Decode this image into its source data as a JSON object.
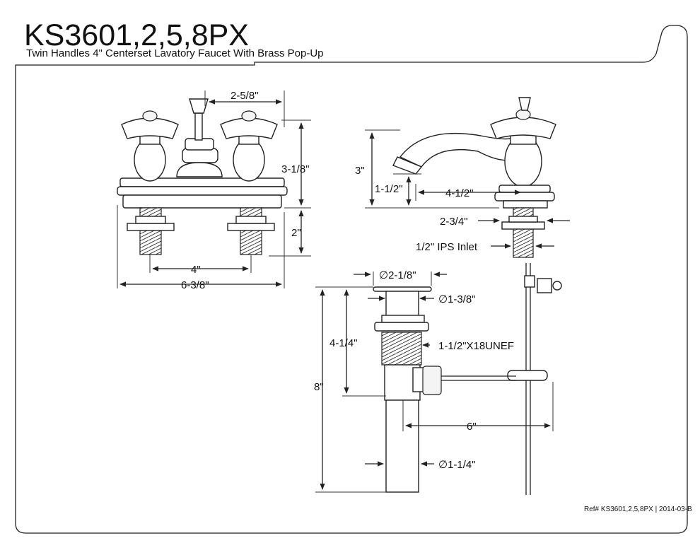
{
  "header": {
    "model": "KS3601,2,5,8PX",
    "subtitle": "Twin Handles 4\" Centerset Lavatory Faucet With Brass Pop-Up"
  },
  "front_view": {
    "spout_to_handle": "2-5/8\"",
    "body_height": "3-1/8\"",
    "shank_length": "2\"",
    "centers": "4\"",
    "overall_width": "6-3/8\""
  },
  "side_view": {
    "spout_height": "3\"",
    "spout_clearance": "1-1/2\"",
    "spout_reach": "4-1/2\"",
    "shank_diameter": "2-3/4\"",
    "inlet": "1/2\" IPS Inlet"
  },
  "popup_view": {
    "flange_diameter": "∅2-1/8\"",
    "stopper_diameter": "∅1-3/8\"",
    "body_length": "4-1/4\"",
    "thread": "1-1/2\"X18UNEF",
    "overall_length": "8\"",
    "rod_length": "6\"",
    "tailpiece_diameter": "∅1-1/4\""
  },
  "footer": {
    "reference": "Ref# KS3601,2,5,8PX | 2014-03-B"
  }
}
